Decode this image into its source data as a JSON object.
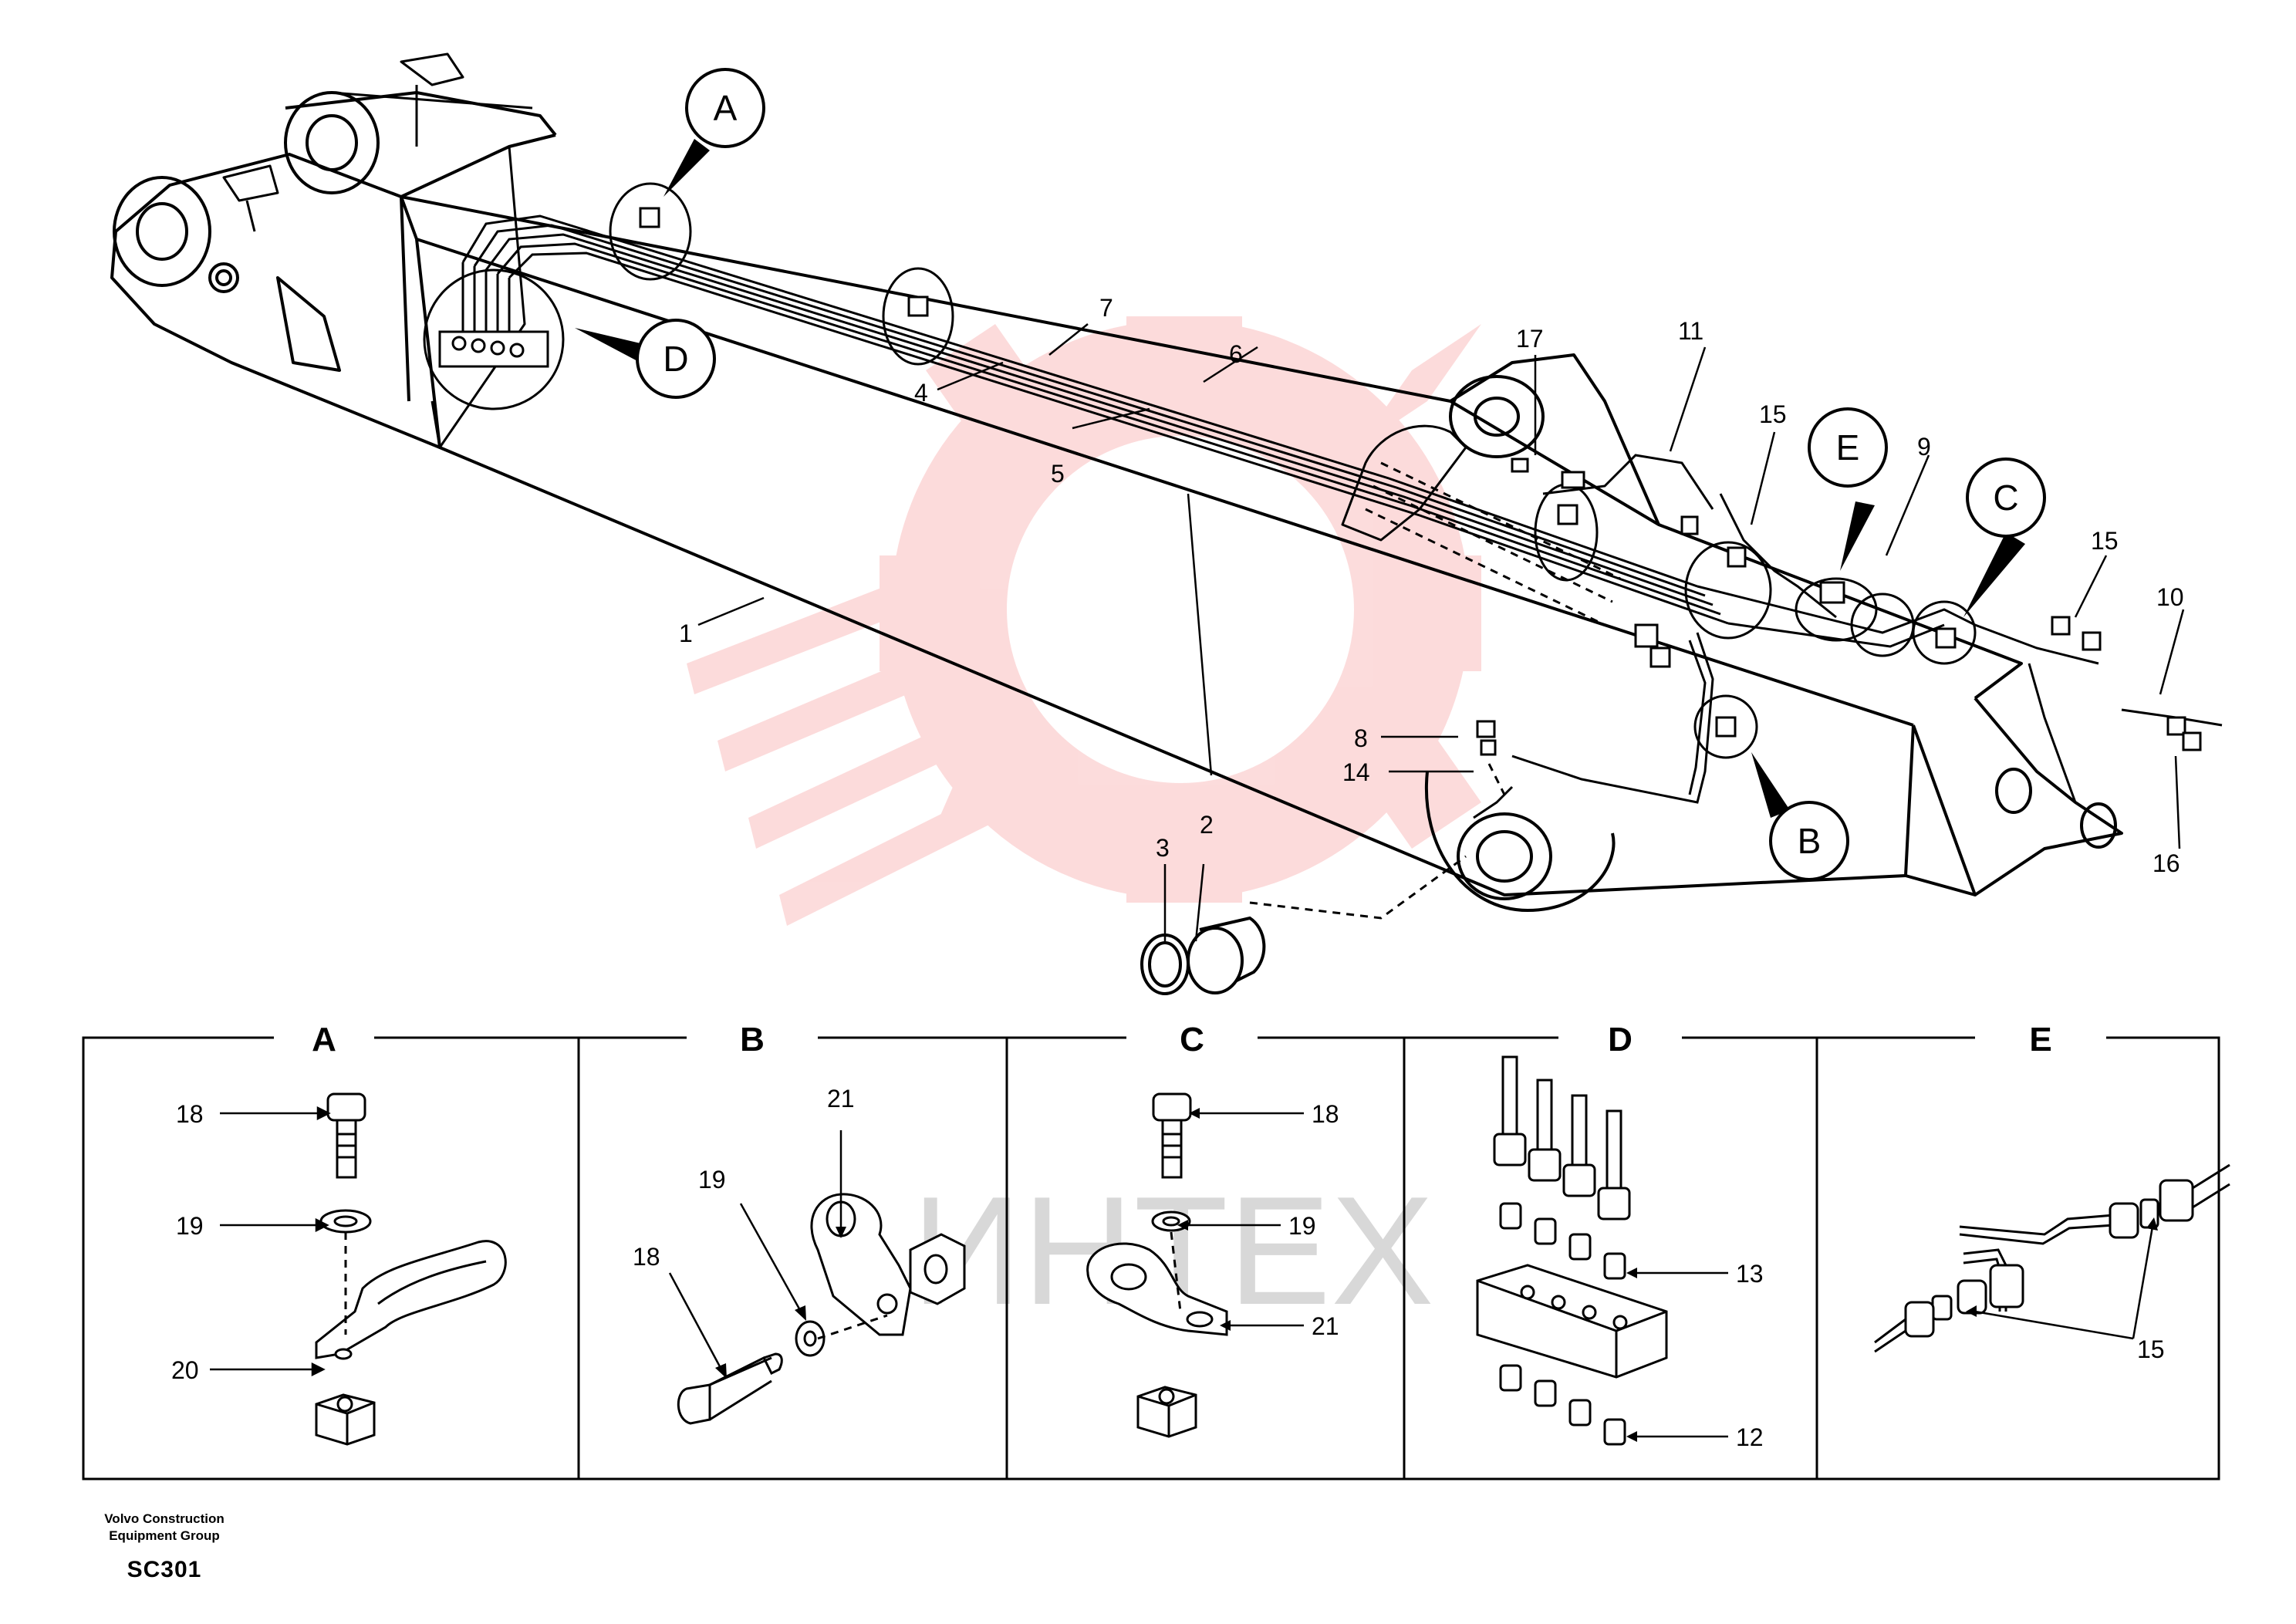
{
  "callouts": {
    "A": "A",
    "B": "B",
    "C": "C",
    "D": "D",
    "E": "E"
  },
  "labels": {
    "n1": "1",
    "n2": "2",
    "n3": "3",
    "n4": "4",
    "n5": "5",
    "n6": "6",
    "n7": "7",
    "n8": "8",
    "n9": "9",
    "n10": "10",
    "n11": "11",
    "n14": "14",
    "n15a": "15",
    "n15b": "15",
    "n16": "16",
    "n17": "17"
  },
  "panels": {
    "A": {
      "title": "A",
      "labels": [
        "18",
        "19",
        "20"
      ]
    },
    "B": {
      "title": "B",
      "labels": [
        "21",
        "19",
        "18"
      ]
    },
    "C": {
      "title": "C",
      "labels": [
        "18",
        "19",
        "21"
      ]
    },
    "D": {
      "title": "D",
      "labels": [
        "13",
        "12"
      ]
    },
    "E": {
      "title": "E",
      "labels": [
        "15"
      ]
    }
  },
  "watermark": {
    "text": "ИНТЕХ"
  },
  "footer": {
    "company_line1": "Volvo Construction",
    "company_line2": "Equipment Group",
    "code": "SC301"
  }
}
